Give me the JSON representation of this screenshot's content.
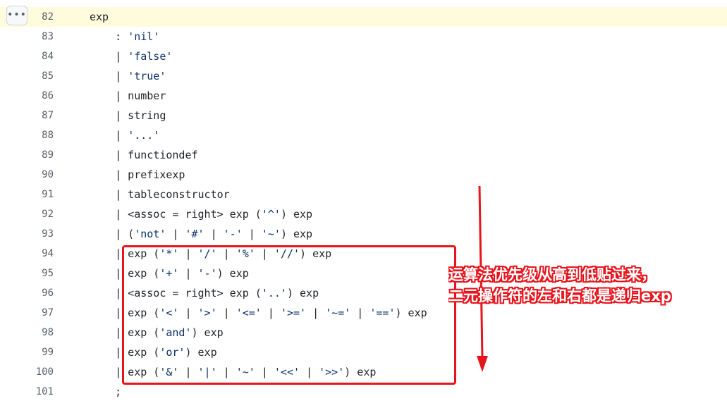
{
  "lines": [
    {
      "number": "82",
      "code": "exp",
      "highlight": true
    },
    {
      "number": "83",
      "code": "    : 'nil'"
    },
    {
      "number": "84",
      "code": "    | 'false'"
    },
    {
      "number": "85",
      "code": "    | 'true'"
    },
    {
      "number": "86",
      "code": "    | number"
    },
    {
      "number": "87",
      "code": "    | string"
    },
    {
      "number": "88",
      "code": "    | '...'"
    },
    {
      "number": "89",
      "code": "    | functiondef"
    },
    {
      "number": "90",
      "code": "    | prefixexp"
    },
    {
      "number": "91",
      "code": "    | tableconstructor"
    },
    {
      "number": "92",
      "code": "    | <assoc = right> exp ('^') exp"
    },
    {
      "number": "93",
      "code": "    | ('not' | '#' | '-' | '~') exp"
    },
    {
      "number": "94",
      "code": "    | exp ('*' | '/' | '%' | '//') exp"
    },
    {
      "number": "95",
      "code": "    | exp ('+' | '-') exp"
    },
    {
      "number": "96",
      "code": "    | <assoc = right> exp ('..') exp"
    },
    {
      "number": "97",
      "code": "    | exp ('<' | '>' | '<=' | '>=' | '~=' | '==') exp"
    },
    {
      "number": "98",
      "code": "    | exp ('and') exp"
    },
    {
      "number": "99",
      "code": "    | exp ('or') exp"
    },
    {
      "number": "100",
      "code": "    | exp ('&' | '|' | '~' | '<<' | '>>') exp"
    },
    {
      "number": "101",
      "code": "    ;"
    }
  ],
  "more_button": {
    "icon": "kebab-horizontal-icon",
    "label": "•••"
  },
  "annotation": {
    "line1": "运算法优先级从高到低贴过来，",
    "line2": "二元操作符的左和右都是递归exp"
  },
  "colors": {
    "highlight_bg": "#fffbdd",
    "annotation_red": "#e8141c",
    "keyword": "#6639ba",
    "string": "#0a3069"
  }
}
